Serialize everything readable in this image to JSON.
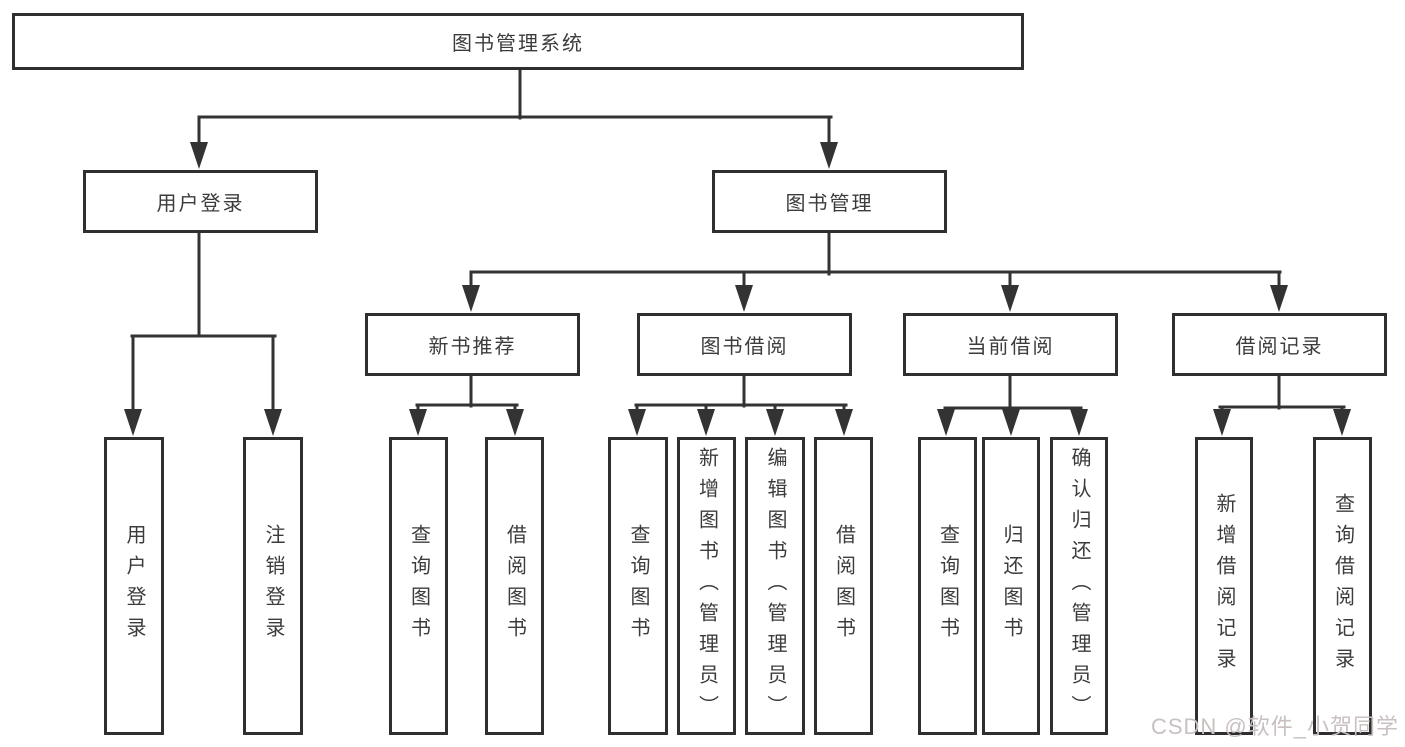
{
  "tree": {
    "label": "图书管理系统",
    "children": [
      {
        "label": "用户登录",
        "children": [
          {
            "label": "用户登录"
          },
          {
            "label": "注销登录"
          }
        ]
      },
      {
        "label": "图书管理",
        "children": [
          {
            "label": "新书推荐",
            "children": [
              {
                "label": "查询图书"
              },
              {
                "label": "借阅图书"
              }
            ]
          },
          {
            "label": "图书借阅",
            "children": [
              {
                "label": "查询图书"
              },
              {
                "label": "新增图书（管理员）"
              },
              {
                "label": "编辑图书（管理员）"
              },
              {
                "label": "借阅图书"
              }
            ]
          },
          {
            "label": "当前借阅",
            "children": [
              {
                "label": "查询图书"
              },
              {
                "label": "归还图书"
              },
              {
                "label": "确认归还（管理员）"
              }
            ]
          },
          {
            "label": "借阅记录",
            "children": [
              {
                "label": "新增借阅记录"
              },
              {
                "label": "查询借阅记录"
              }
            ]
          }
        ]
      }
    ]
  },
  "watermark": {
    "text": "CSDN @软件_小贺同学"
  },
  "colors": {
    "line": "#333333",
    "border": "#2f2f2f",
    "text": "#3c3c3c",
    "background": "#ffffff",
    "watermark": "#c9c0c0"
  }
}
